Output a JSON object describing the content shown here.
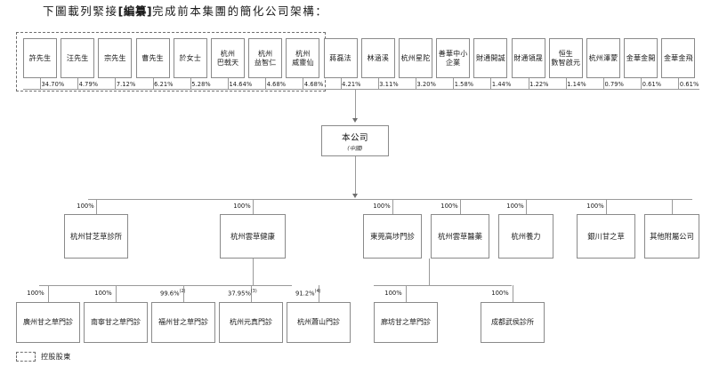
{
  "title": {
    "prefix": "下圖載列緊接",
    "bracket": "[編纂]",
    "suffix": "完成前本集團的簡化公司架構："
  },
  "legend": {
    "label": "控股股東"
  },
  "company": {
    "name": "本公司",
    "sub": "(中國)"
  },
  "shareholders": {
    "controlling_group_count": 8,
    "items": [
      {
        "name": "許先生",
        "pct": "34.70%"
      },
      {
        "name": "汪先生",
        "pct": "4.79%"
      },
      {
        "name": "宗先生",
        "pct": "7.12%"
      },
      {
        "name": "曹先生",
        "pct": "6.21%"
      },
      {
        "name": "於女士",
        "pct": "5.28%"
      },
      {
        "name": "杭州\n巴戟天",
        "pct": "14.64%"
      },
      {
        "name": "杭州\n益智仁",
        "pct": "4.68%"
      },
      {
        "name": "杭州\n威靈仙",
        "pct": "4.68%"
      },
      {
        "name": "蔣磊法",
        "pct": "4.21%"
      },
      {
        "name": "林涵溪",
        "pct": "3.11%"
      },
      {
        "name": "杭州星陀",
        "pct": "3.20%"
      },
      {
        "name": "善華中小\n企業",
        "pct": "1.58%"
      },
      {
        "name": "財通開誠",
        "pct": "1.44%"
      },
      {
        "name": "財通領晟",
        "pct": "1.22%"
      },
      {
        "name": "恒生\n數智啟元",
        "pct": "1.14%"
      },
      {
        "name": "杭州澤蒙",
        "pct": "0.79%"
      },
      {
        "name": "金華金開",
        "pct": "0.61%"
      },
      {
        "name": "金華金飛",
        "pct": "0.61%"
      }
    ]
  },
  "subsidiaries_level2": [
    {
      "name": "杭州甘芝草診所",
      "pct": "100%"
    },
    {
      "name": "杭州雲草健康",
      "pct": "100%"
    },
    {
      "name": "東莞高埗門診",
      "pct": "100%"
    },
    {
      "name": "杭州雲草醫藥",
      "pct": "100%"
    },
    {
      "name": "杭州養力",
      "pct": "100%"
    },
    {
      "name": "銀川甘之草",
      "pct": "100%"
    },
    {
      "name": "其他附屬公司",
      "pct": ""
    }
  ],
  "subsidiaries_level3_left": [
    {
      "name": "廣州甘之草門診",
      "pct": "100%",
      "note": ""
    },
    {
      "name": "南寧甘之草門診",
      "pct": "100%",
      "note": ""
    },
    {
      "name": "福州甘之草門診",
      "pct": "99.6%",
      "note": "(2)"
    },
    {
      "name": "杭州元真門診",
      "pct": "37.95%",
      "note": "(3)"
    },
    {
      "name": "杭州蕭山門診",
      "pct": "91.2%",
      "note": "(4)"
    }
  ],
  "subsidiaries_level3_right": [
    {
      "name": "廊坊甘之草門診",
      "pct": "100%",
      "note": ""
    },
    {
      "name": "成都武侯診所",
      "pct": "100%",
      "note": ""
    }
  ]
}
